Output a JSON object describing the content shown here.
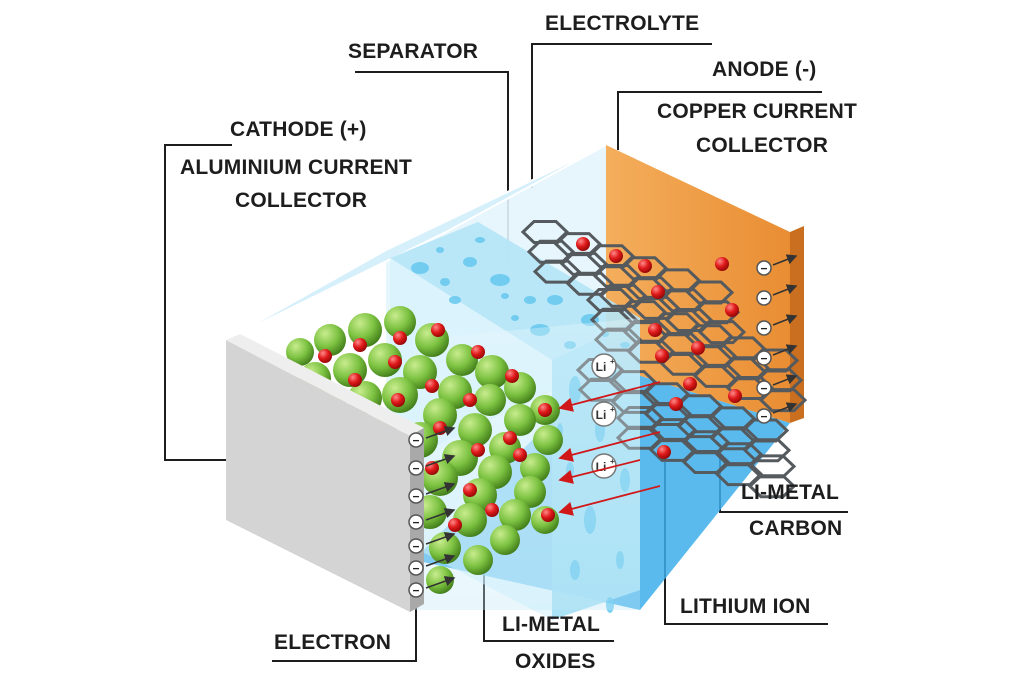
{
  "labels": {
    "separator": "SEPARATOR",
    "electrolyte": "ELECTROLYTE",
    "anode": "ANODE (-)",
    "copper_1": "COPPER CURRENT",
    "copper_2": "COLLECTOR",
    "cathode": "CATHODE (+)",
    "aluminium_1": "ALUMINIUM CURRENT",
    "aluminium_2": "COLLECTOR",
    "li_metal_carbon_1": "LI-METAL",
    "li_metal_carbon_2": "CARBON",
    "lithium_ion": "LITHIUM ION",
    "electron": "ELECTRON",
    "li_metal_oxides_1": "LI-METAL",
    "li_metal_oxides_2": "OXIDES"
  },
  "ion_symbol": "Li",
  "ion_charge": "+",
  "electron_symbol": "−",
  "colors": {
    "cathode_collector": "#cfcfcf",
    "anode_collector": "#f0a048",
    "electrolyte": "#cfeefb",
    "separator": "#a6e0f4",
    "electrolyte_bottom": "#3eaeea",
    "cathode_particles": "#7cc241",
    "lithium_ion": "#e01a1a",
    "graphite": "#555a5e"
  }
}
